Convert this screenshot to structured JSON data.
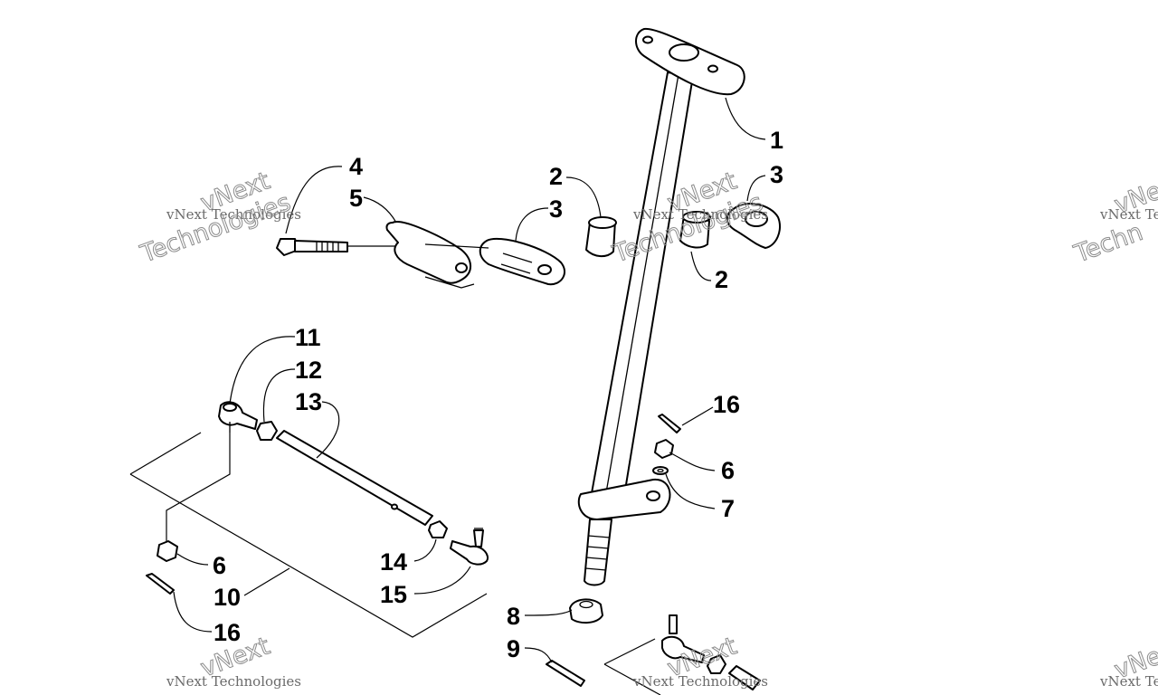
{
  "callouts": [
    {
      "num": "1"
    },
    {
      "num": "2"
    },
    {
      "num": "2"
    },
    {
      "num": "3"
    },
    {
      "num": "3"
    },
    {
      "num": "4"
    },
    {
      "num": "5"
    },
    {
      "num": "6"
    },
    {
      "num": "6"
    },
    {
      "num": "7"
    },
    {
      "num": "8"
    },
    {
      "num": "9"
    },
    {
      "num": "10"
    },
    {
      "num": "11"
    },
    {
      "num": "12"
    },
    {
      "num": "13"
    },
    {
      "num": "14"
    },
    {
      "num": "15"
    },
    {
      "num": "16"
    },
    {
      "num": "16"
    }
  ],
  "watermark": {
    "brand": "vNext",
    "company": "vNext Technologies",
    "company_short": "vNext Te",
    "word": "Technologies",
    "word_short": "Techn"
  }
}
